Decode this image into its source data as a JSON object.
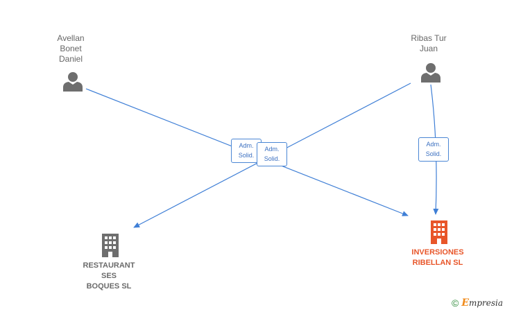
{
  "persons": [
    {
      "id": "avellan",
      "name_lines": [
        "Avellan",
        "Bonet",
        "Daniel"
      ]
    },
    {
      "id": "ribas",
      "name_lines": [
        "Ribas Tur",
        "Juan"
      ]
    }
  ],
  "companies": [
    {
      "id": "restaurant",
      "name_lines": [
        "RESTAURANT",
        "SES",
        "BOQUES SL"
      ],
      "color": "#6b6b6b"
    },
    {
      "id": "inversiones",
      "name_lines": [
        "INVERSIONES",
        "RIBELLAN SL"
      ],
      "color": "#e8562a"
    }
  ],
  "relations": [
    {
      "from": "avellan",
      "to": "inversiones",
      "role_lines": [
        "Adm.",
        "Solid."
      ]
    },
    {
      "from": "ribas",
      "to": "restaurant",
      "role_lines": [
        "Adm.",
        "Solid."
      ]
    },
    {
      "from": "ribas",
      "to": "inversiones",
      "role_lines": [
        "Adm.",
        "Solid."
      ]
    }
  ],
  "colors": {
    "edge": "#3f7fd6",
    "person_icon": "#6e6e6e",
    "company_gray": "#6b6b6b",
    "company_highlight": "#e8562a"
  },
  "footer": {
    "copyright_symbol": "©",
    "brand_first": "E",
    "brand_rest": "mpresia"
  }
}
